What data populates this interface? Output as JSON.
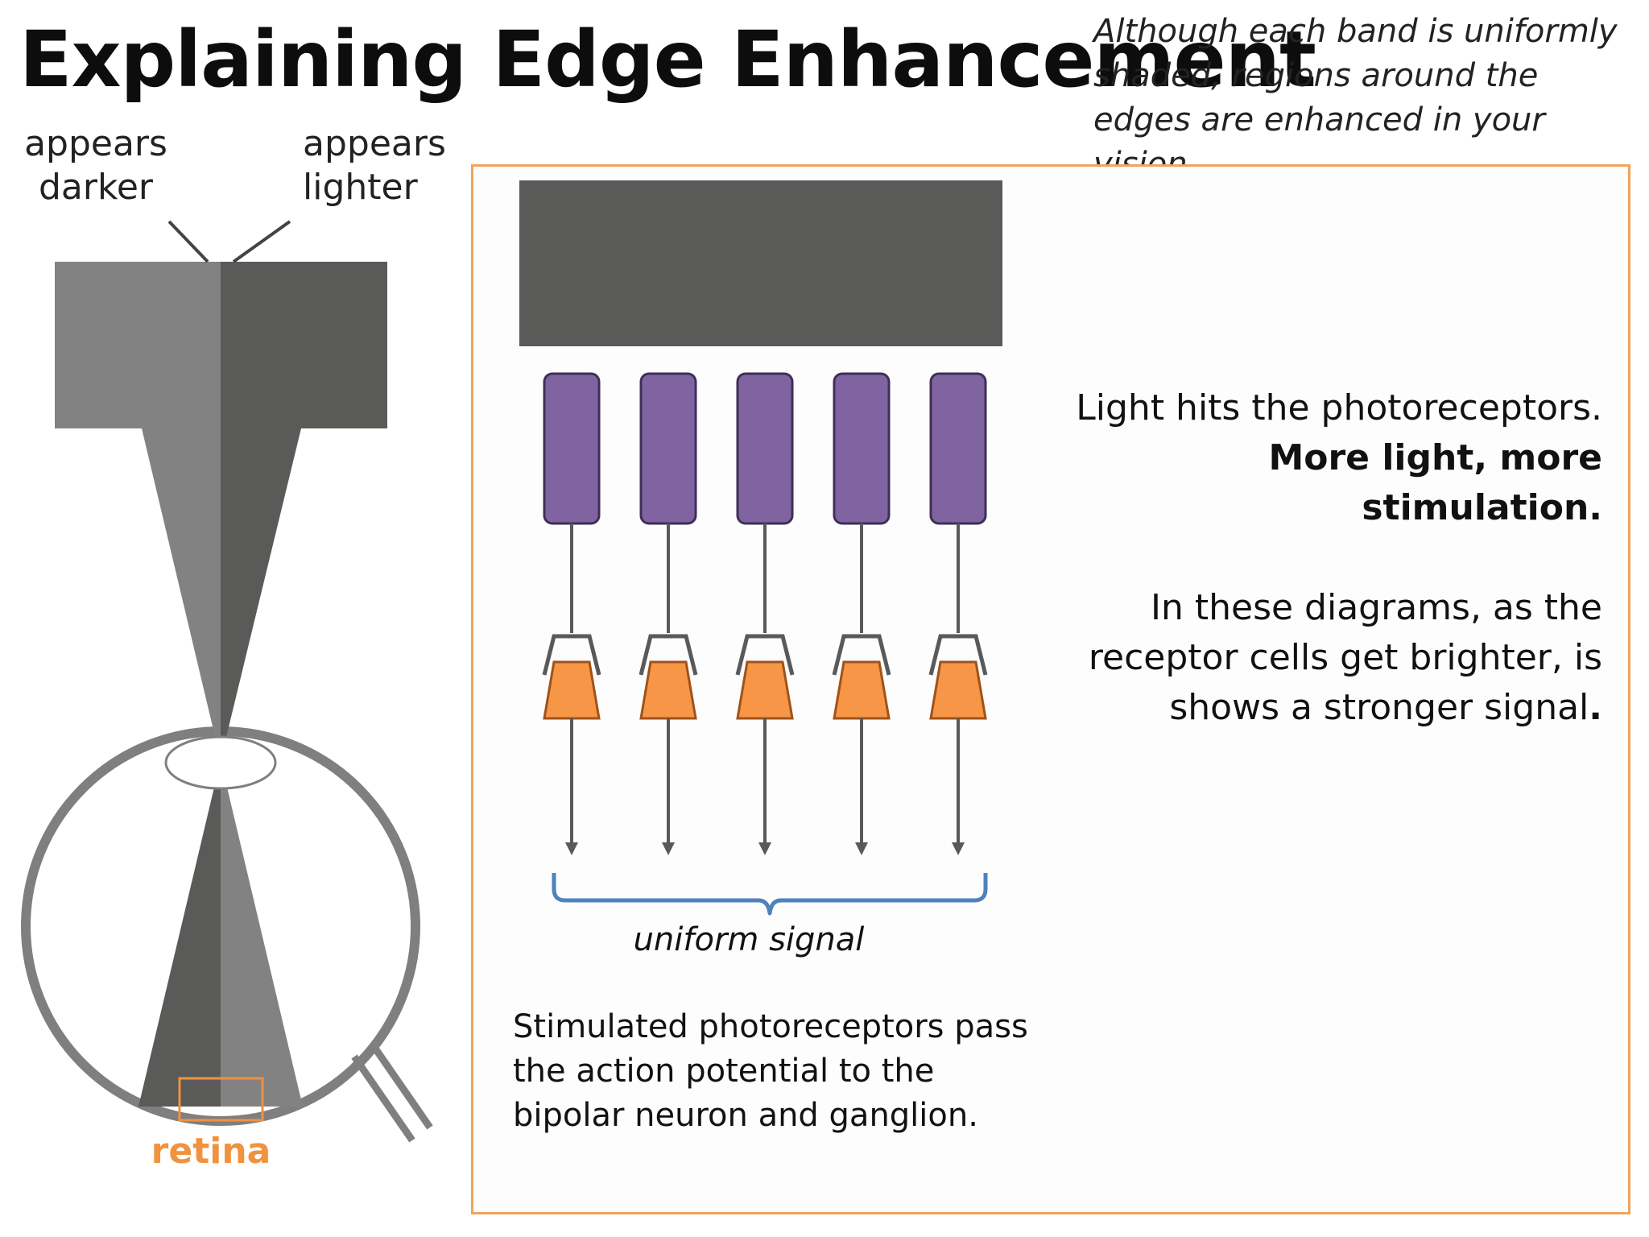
{
  "title": "Explaining Edge Enhancement",
  "note": "Although each band is uniformly shaded, regions around the edges are enhanced in your vision.",
  "eye": {
    "label_left": "appears darker",
    "label_right": "appears lighter",
    "retina_label": "retina"
  },
  "panel": {
    "text_light_hits": "Light hits the photoreceptors.",
    "text_more_light": "More light, more stimulation.",
    "text_diagrams_1": "In these diagrams, as the receptor cells get brighter, is shows a stronger signal",
    "text_diagrams_period": ".",
    "uniform_signal": "uniform signal",
    "bottom_text": "Stimulated photoreceptors pass the action potential to the bipolar neuron and ganglion."
  },
  "colors": {
    "band_dark": "#5a5b58",
    "band_light": "#828282",
    "receptor": "#8064a2",
    "neuron": "#f79646",
    "brace": "#4f81bd",
    "accent_orange": "#f0923e"
  }
}
